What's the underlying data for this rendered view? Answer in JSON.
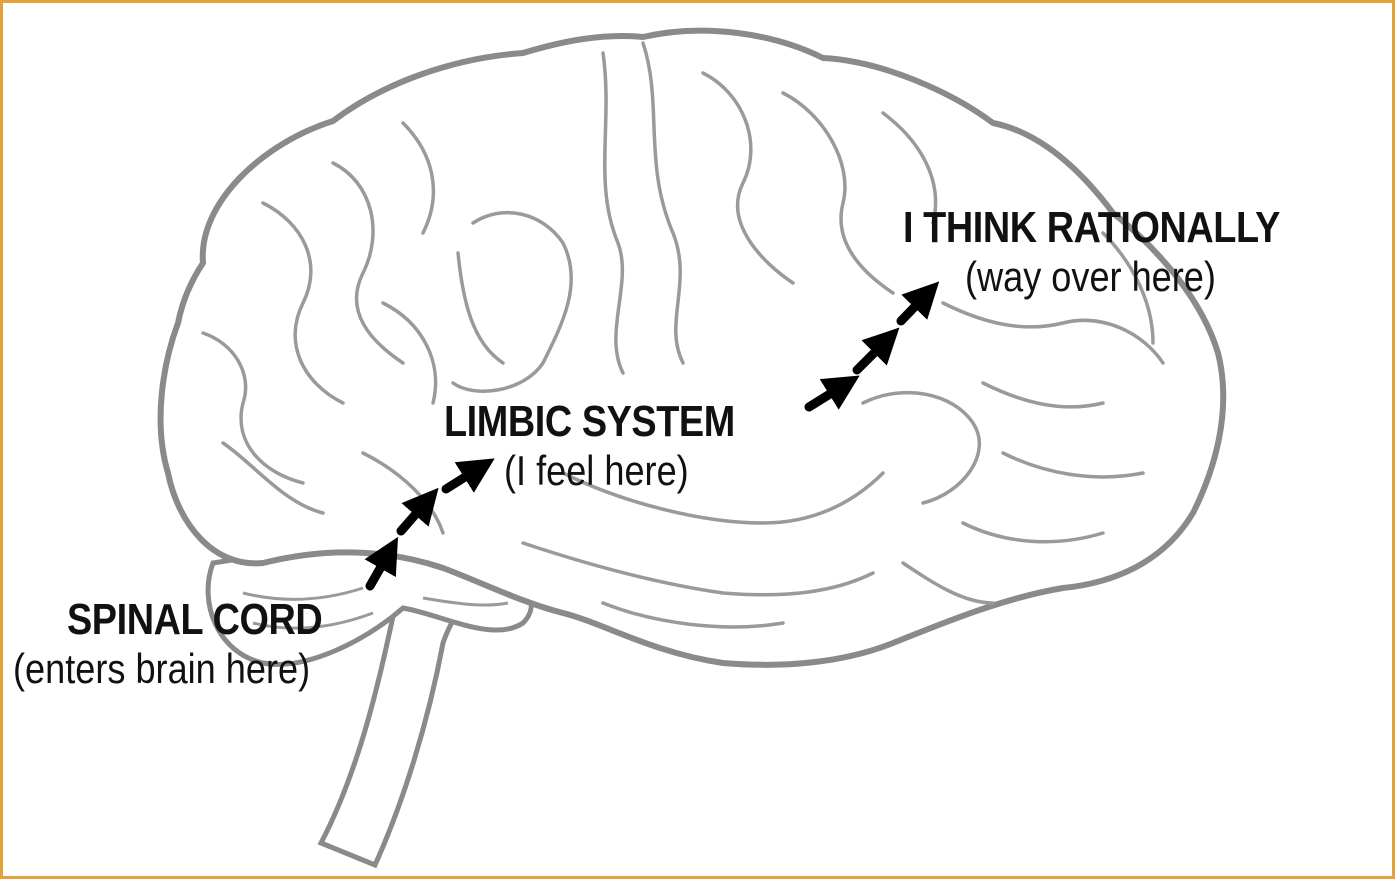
{
  "diagram": {
    "border_color": "#e3a33a",
    "outline_color": "#8a8a8a",
    "arrow_color": "#000000",
    "labels": {
      "spinal_cord": {
        "title": "SPINAL CORD",
        "subtitle": "(enters brain here)"
      },
      "limbic_system": {
        "title": "LIMBIC SYSTEM",
        "subtitle": "(I feel here)"
      },
      "rational": {
        "title": "I THINK RATIONALLY",
        "subtitle": "(way over here)"
      }
    }
  }
}
